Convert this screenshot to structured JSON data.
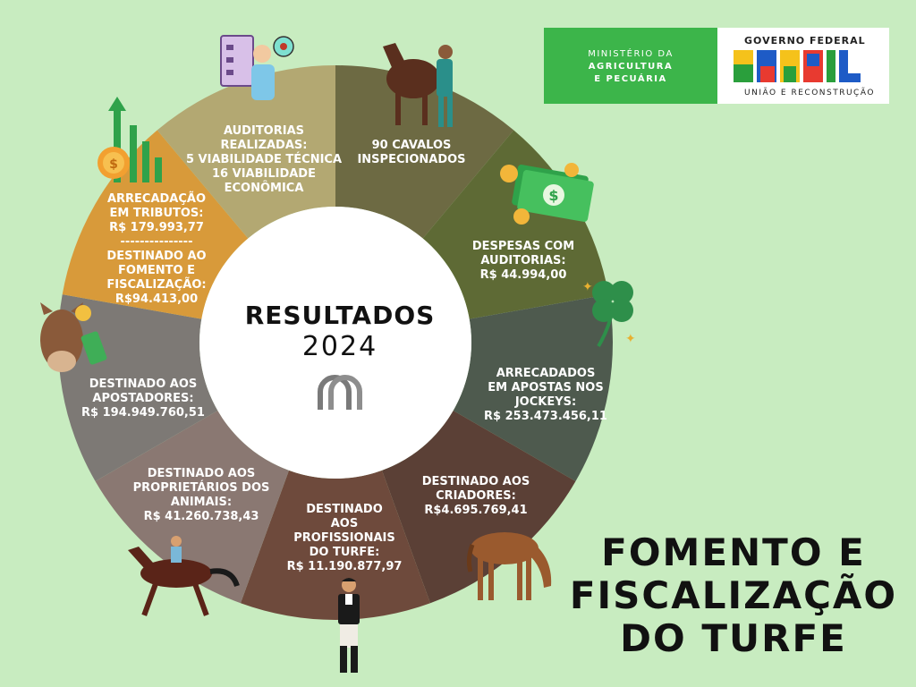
{
  "center": {
    "title": "RESULTADOS",
    "year": "2024"
  },
  "segments": [
    {
      "label": "90 CAVALOS\nINSPECIONADOS",
      "color": "#6d6a43"
    },
    {
      "label": "DESPESAS COM\nAUDITORIAS:\nR$ 44.994,00",
      "color": "#5e6a35"
    },
    {
      "label": "ARRECADADOS\nEM APOSTAS NOS\nJOCKEYS:\nR$ 253.473.456,11",
      "color": "#4e5a4e"
    },
    {
      "label": "DESTINADO AOS\nCRIADORES:\nR$4.695.769,41",
      "color": "#5b4036"
    },
    {
      "label": "DESTINADO\nAOS\nPROFISSIONAIS\nDO TURFE:\nR$ 11.190.877,97",
      "color": "#6e4a3c"
    },
    {
      "label": "DESTINADO AOS\nPROPRIETÁRIOS DOS\nANIMAIS:\nR$ 41.260.738,43",
      "color": "#8a7872"
    },
    {
      "label": "DESTINADO AOS\nAPOSTADORES:\nR$ 194.949.760,51",
      "color": "#7d7975"
    },
    {
      "label": "ARRECADAÇÃO\nEM TRIBUTOS:\nR$ 179.993,77\n---------------\nDESTINADO AO\nFOMENTO E\nFISCALIZAÇÃO:\nR$94.413,00",
      "color": "#d89a3a"
    },
    {
      "label": "AUDITORIAS\nREALIZADAS:\n5 VIABILIDADE TÉCNICA\n16 VIABILIDADE\nECONÔMICA",
      "color": "#b3a872"
    }
  ],
  "logo": {
    "ministry_lines": [
      "MINISTÉRIO DA",
      "AGRICULTURA",
      "E PECUÁRIA"
    ],
    "gov_title": "GOVERNO FEDERAL",
    "brand": "BRASIL",
    "gov_sub": "UNIÃO E RECONSTRUÇÃO"
  },
  "main_title": [
    "FOMENTO E",
    "FISCALIZAÇÃO",
    "DO TURFE"
  ],
  "icons": [
    "auditor-icon",
    "horse-vet-icon",
    "money-icon",
    "clover-icon",
    "growth-chart-icon",
    "horse-head-icon",
    "horseshoe-icon",
    "jockey-riding-icon",
    "grazing-horse-icon",
    "jockey-standing-icon"
  ]
}
